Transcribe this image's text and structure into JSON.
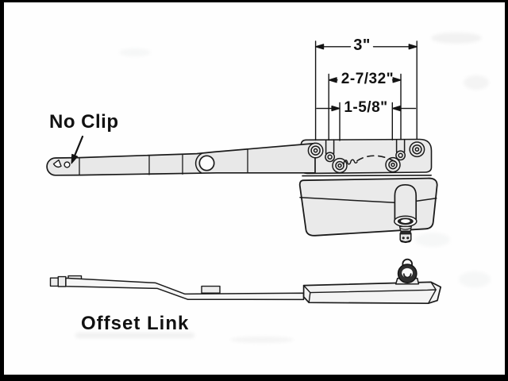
{
  "figure": {
    "labels": {
      "no_clip": "No Clip",
      "offset_link": "Offset Link"
    },
    "dimensions": {
      "outer": "3\"",
      "middle": "2-7/32\"",
      "inner": "1-5/8\""
    },
    "colors": {
      "line": "#1b1b1b",
      "part_fill": "#eaeaea",
      "background": "#fefefe",
      "frame": "#000000"
    }
  }
}
